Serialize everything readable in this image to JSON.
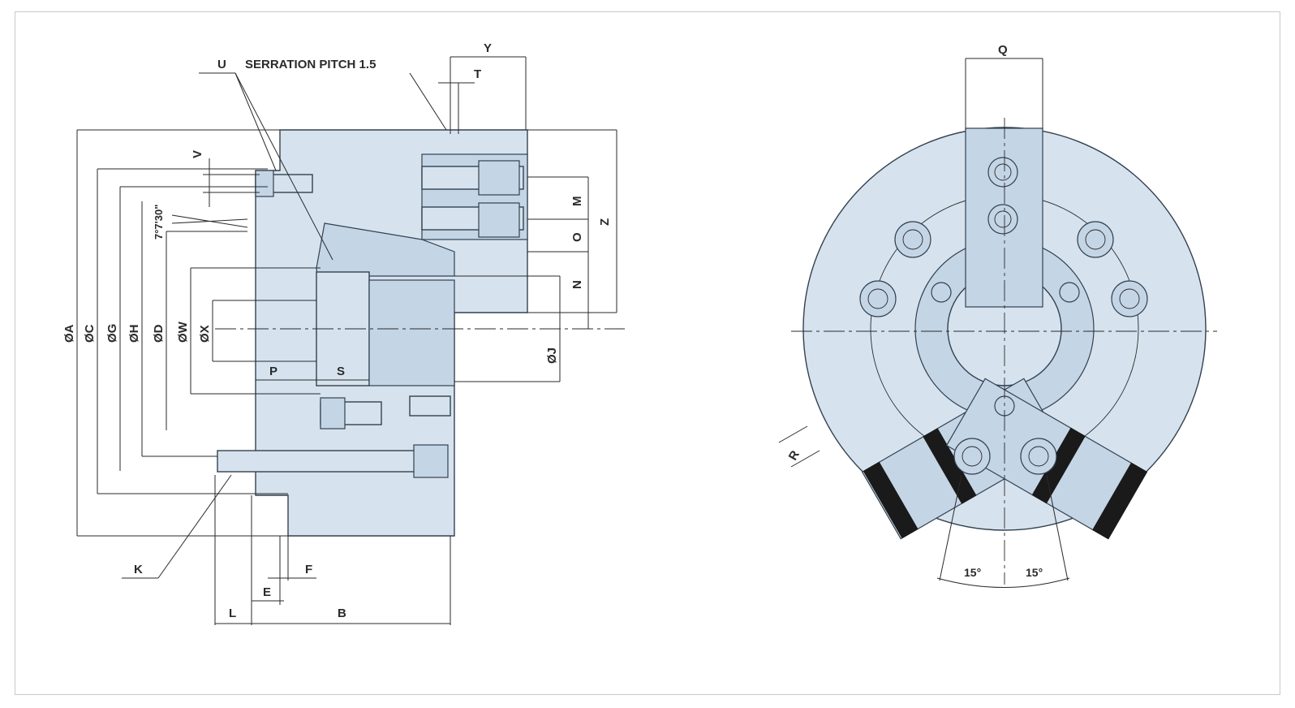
{
  "labels": {
    "U": "U",
    "serration": "SERRATION PITCH  1.5",
    "Y": "Y",
    "T": "T",
    "V": "V",
    "angle": "7°7'30\"",
    "M": "M",
    "Z": "Z",
    "O": "O",
    "N": "N",
    "A": "ØA",
    "C": "ØC",
    "G": "ØG",
    "H": "ØH",
    "D": "ØD",
    "W": "ØW",
    "X": "ØX",
    "J": "ØJ",
    "P": "P",
    "S": "S",
    "K": "K",
    "F": "F",
    "E": "E",
    "L": "L",
    "B": "B",
    "Q": "Q",
    "R": "R",
    "deg_left": "15°",
    "deg_right": "15°"
  },
  "colors": {
    "part_fill": "#d6e3ef",
    "line": "#2a2a2a"
  }
}
